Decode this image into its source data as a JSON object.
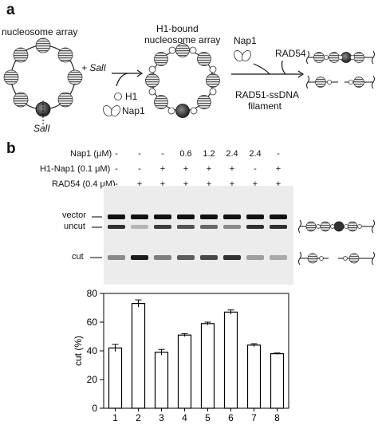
{
  "panel_a": {
    "letter": "a",
    "array_label": "nucleosome array",
    "plus_sali": "+ SalI",
    "sali_site": "SalI",
    "h1_label": "H1",
    "nap1_label": "Nap1",
    "bound_label_line1": "H1-bound",
    "bound_label_line2": "nucleosome array",
    "nap1_top": "Nap1",
    "rad54_label": "RAD54",
    "filament_line1": "RAD51-ssDNA",
    "filament_line2": "filament"
  },
  "panel_b": {
    "letter": "b",
    "row_labels": [
      "Nap1 (μM)",
      "H1-Nap1 (0.1 μM)",
      "RAD54 (0.4 μM)"
    ],
    "rows": [
      [
        "-",
        "-",
        "-",
        "0.6",
        "1.2",
        "2.4",
        "2.4",
        "-"
      ],
      [
        "-",
        "-",
        "+",
        "+",
        "+",
        "+",
        "-",
        "+"
      ],
      [
        "-",
        "+",
        "+",
        "+",
        "+",
        "+",
        "+",
        "+"
      ]
    ],
    "gel_labels": {
      "vector": "vector",
      "uncut": "uncut",
      "cut": "cut"
    },
    "lanes_cut_intensity": [
      0.45,
      0.95,
      0.5,
      0.65,
      0.75,
      0.85,
      0.35,
      0.3
    ],
    "lanes_uncut_intensity": [
      0.85,
      0.25,
      0.8,
      0.7,
      0.6,
      0.45,
      0.85,
      0.85
    ]
  },
  "chart_data": {
    "type": "bar",
    "categories": [
      "1",
      "2",
      "3",
      "4",
      "5",
      "6",
      "7",
      "8"
    ],
    "values": [
      42,
      73,
      39,
      51,
      59,
      67,
      44,
      38
    ],
    "errors": [
      2.5,
      2.5,
      2.0,
      1.0,
      1.0,
      1.5,
      1.0,
      0.5
    ],
    "title": "",
    "xlabel": "",
    "ylabel": "cut (%)",
    "ylim": [
      0,
      80
    ],
    "yticks": [
      0,
      20,
      40,
      60,
      80
    ],
    "grid": false,
    "bar_color": "#ffffff",
    "edge_color": "#000000"
  }
}
